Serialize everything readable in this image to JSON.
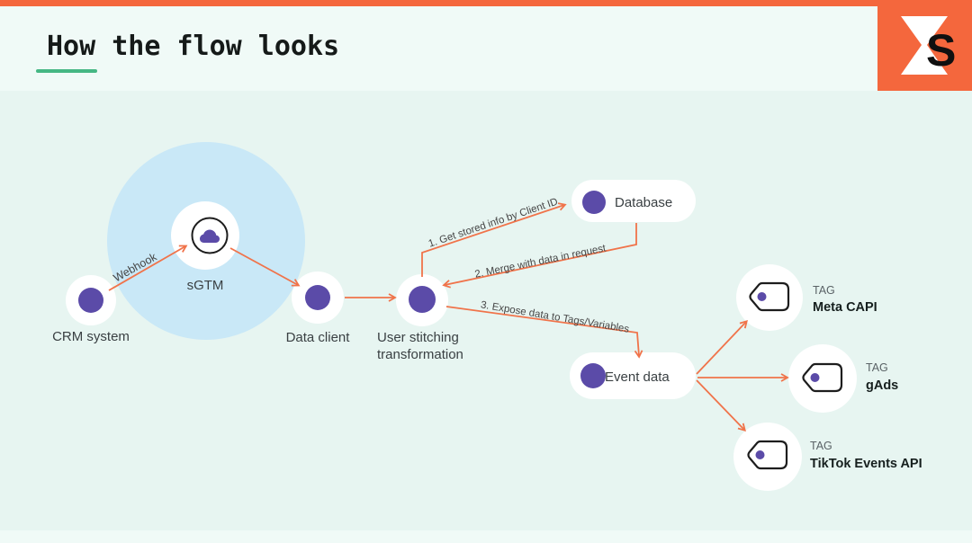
{
  "page": {
    "title": "How the flow looks"
  },
  "logo": {
    "letter": "S"
  },
  "colors": {
    "accent_orange": "#F4673D",
    "arrow_orange": "#F0734A",
    "node_purple": "#5B4BA8",
    "underline_green": "#45B784",
    "halo_blue": "#C9E8F7",
    "background_mint": "#E7F5F1"
  },
  "diagram": {
    "nodes": {
      "crm": {
        "label": "CRM system"
      },
      "sgtm": {
        "label": "sGTM"
      },
      "data_client": {
        "label": "Data client"
      },
      "user_stitching": {
        "label_line1": "User stitching",
        "label_line2": "transformation"
      },
      "database": {
        "label": "Database"
      },
      "event_data": {
        "label": "Event data"
      },
      "tags": [
        {
          "type_label": "TAG",
          "name": "Meta CAPI"
        },
        {
          "type_label": "TAG",
          "name": "gAds"
        },
        {
          "type_label": "TAG",
          "name": "TikTok Events API"
        }
      ]
    },
    "edges": {
      "webhook_label": "Webhook",
      "step1_label": "1. Get stored info by Client ID",
      "step2_label": "2. Merge with data in request",
      "step3_label": "3. Expose data to Tags/Variables"
    }
  }
}
